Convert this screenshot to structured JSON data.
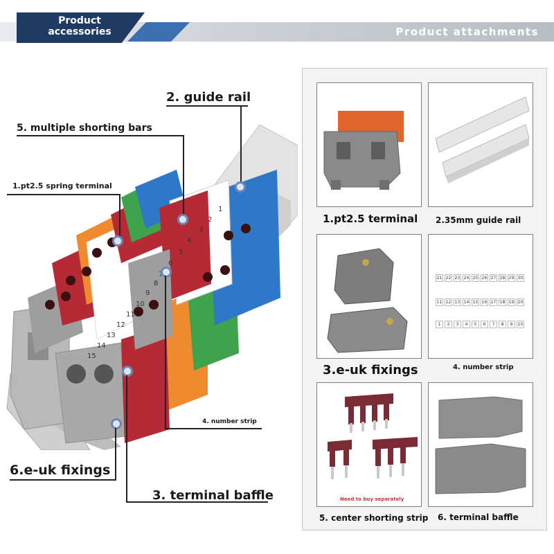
{
  "header": {
    "left_tab": "Product accessories",
    "right_title": "Product attachments"
  },
  "callouts": {
    "guide_rail": "2. guide rail",
    "shorting_bars": "5. multiple shorting bars",
    "spring_terminal": "1.pt2.5 spring terminal",
    "number_strip": "4. number strip",
    "euk_fixings": "6.e-uk fixings",
    "terminal_baffle": "3. terminal baffle"
  },
  "attachments": [
    {
      "caption": "1.pt2.5 terminal"
    },
    {
      "caption": "2.35mm guide rail"
    },
    {
      "caption": "3.e-uk fixings"
    },
    {
      "caption": "4. number strip"
    },
    {
      "caption": "5. center shorting strip",
      "note": "Need to buy separately"
    },
    {
      "caption": "6. terminal baffle"
    }
  ],
  "number_strip_rows": [
    [
      "21",
      "22",
      "23",
      "24",
      "25",
      "26",
      "27",
      "28",
      "29",
      "30"
    ],
    [
      "11",
      "12",
      "13",
      "14",
      "15",
      "16",
      "17",
      "18",
      "19",
      "20"
    ],
    [
      "1",
      "2",
      "3",
      "4",
      "5",
      "6",
      "7",
      "8",
      "9",
      "10"
    ]
  ],
  "terminal_colors": [
    "#9e9e9e",
    "#b52a35",
    "#ef8a2e",
    "#ffffff",
    "#b52a35",
    "#ef8a2e",
    "#3fa34d",
    "#2e79c7"
  ],
  "numbers_on_strip": [
    "1",
    "2",
    "3",
    "4",
    "5",
    "6",
    "7",
    "8",
    "9",
    "10",
    "11",
    "12",
    "13",
    "14",
    "15"
  ]
}
